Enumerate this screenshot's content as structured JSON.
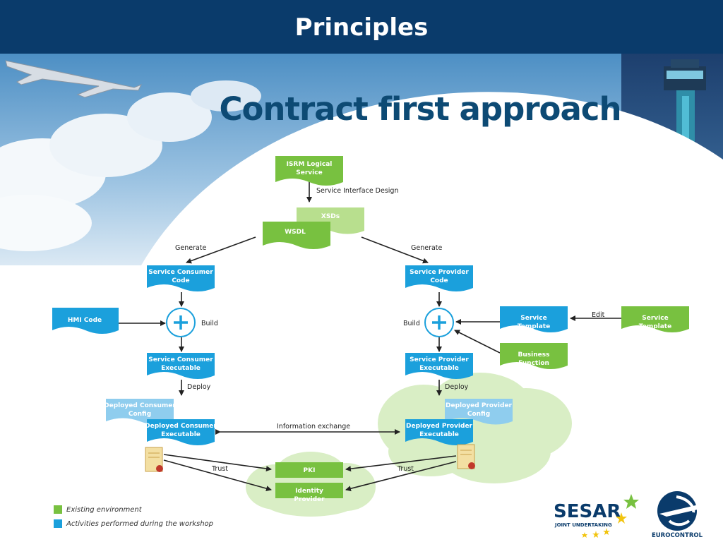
{
  "header": {
    "title": "Principles"
  },
  "subtitle": "Contract first approach",
  "colors": {
    "header": "#0a3b6b",
    "existing": "#78c140",
    "activity": "#1ba0dc",
    "title": "#0d4a74",
    "cloud": "#d9eec5"
  },
  "diagram": {
    "nodes": {
      "isrm": "ISRM Logical Service",
      "xsds": "XSDs",
      "wsdl": "WSDL",
      "consumer_code": "Service Consumer Code",
      "provider_code": "Service Provider Code",
      "hmi": "HMI Code",
      "template_blue": "Service Template",
      "template_green": "Service Template",
      "business": "Business Function",
      "consumer_exec": "Service Consumer Executable",
      "provider_exec": "Service Provider Executable",
      "dep_consumer_config": "Deployed Consumer Config",
      "dep_consumer_exec": "Deployed Consumer Executable",
      "dep_provider_config": "Deployed Provider Config",
      "dep_provider_exec": "Deployed Provider Executable",
      "pki": "PKI",
      "idp": "Identity Provider"
    },
    "labels": {
      "sid": "Service Interface Design",
      "gen_left": "Generate",
      "gen_right": "Generate",
      "build_left": "Build",
      "build_right": "Build",
      "edit": "Edit",
      "deploy_left": "Deploy",
      "deploy_right": "Deploy",
      "info": "Information exchange",
      "trust_left": "Trust",
      "trust_right": "Trust"
    }
  },
  "legend": [
    {
      "label": "Existing environment",
      "color": "#78c140"
    },
    {
      "label": "Activities performed during the workshop",
      "color": "#1ba0dc"
    }
  ],
  "logos": {
    "sesar": {
      "name": "SESAR",
      "sub": "JOINT UNDERTAKING"
    },
    "eurocontrol": {
      "name": "EUROCONTROL"
    }
  }
}
